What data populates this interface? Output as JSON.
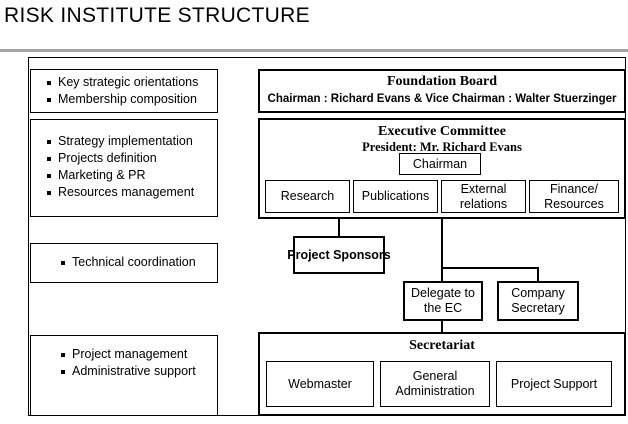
{
  "page": {
    "title": "RISK INSTITUTE STRUCTURE"
  },
  "left_column": {
    "panels": [
      {
        "name": "governance",
        "items": [
          "Key strategic orientations",
          "Membership composition"
        ]
      },
      {
        "name": "management",
        "items": [
          "Strategy implementation",
          "Projects definition",
          "Marketing & PR",
          "Resources management"
        ]
      },
      {
        "name": "technical",
        "items": [
          "Technical coordination"
        ]
      },
      {
        "name": "support",
        "items": [
          "Project management",
          "Administrative support"
        ]
      }
    ]
  },
  "org_chart": {
    "foundation_board": {
      "title": "Foundation Board",
      "subtitle": "Chairman : Richard Evans & Vice Chairman : Walter Stuerzinger"
    },
    "executive_committee": {
      "title": "Executive Committee",
      "subtitle": "President: Mr. Richard Evans",
      "chairman_box": "Chairman",
      "committees": [
        "Research",
        "Publications",
        "External relations",
        "Finance/ Resources"
      ]
    },
    "project_sponsors": {
      "label": "Project Sponsors"
    },
    "liaison": [
      "Delegate to the EC",
      "Company Secretary"
    ],
    "secretariat": {
      "title": "Secretariat",
      "units": [
        "Webmaster",
        "General Administration",
        "Project Support"
      ]
    }
  },
  "colors": {
    "line": "#000000",
    "rule": "#a6a6a6",
    "background": "#ffffff"
  }
}
